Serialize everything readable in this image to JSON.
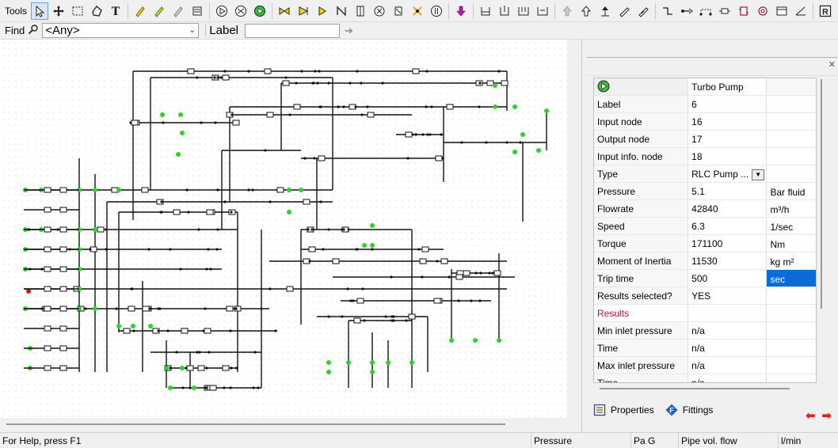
{
  "toolbar": {
    "tools_label": "Tools",
    "icons": [
      "select-arrow-icon",
      "move-icon",
      "rect-select-icon",
      "lasso-icon",
      "text-icon",
      "sep",
      "pencil-yellow-icon",
      "pencil-green-icon",
      "pencil-gray-icon",
      "stack-icon",
      "sep",
      "pump-icon",
      "fan-icon",
      "turbo-pump-icon",
      "sep",
      "valve-icon",
      "check-valve-icon",
      "flag-icon",
      "n-icon",
      "gate-icon",
      "circle-x-icon",
      "filter-icon",
      "cross-valve-icon",
      "pause-icon",
      "sep",
      "down-arrow-icon",
      "sep",
      "tank-icon",
      "tank-open-icon",
      "reservoir-icon",
      "reservoir2-icon",
      "sep",
      "up-arrow-gray-icon",
      "up-arrow-icon",
      "up-line-icon",
      "pen-icon",
      "pen2-icon",
      "sep",
      "bend-icon",
      "link-icon",
      "path-icon",
      "resistor-icon",
      "chip-icon",
      "gear-icon",
      "box-icon",
      "slope-icon",
      "sep",
      "r-icon"
    ]
  },
  "find": {
    "label": "Find",
    "select_value": "<Any>",
    "label_text": "Label",
    "label_value": ""
  },
  "properties": {
    "header_name": "Turbo Pump",
    "rows": [
      {
        "name": "Label",
        "value": "6",
        "unit": ""
      },
      {
        "name": "Input node",
        "value": "16",
        "unit": ""
      },
      {
        "name": "Output node",
        "value": "17",
        "unit": ""
      },
      {
        "name": "Input info. node",
        "value": "18",
        "unit": ""
      },
      {
        "name": "Type",
        "value": "RLC Pump ...",
        "unit": ""
      },
      {
        "name": "Pressure",
        "value": "5.1",
        "unit": "Bar fluid"
      },
      {
        "name": "Flowrate",
        "value": "42840",
        "unit": "m³/h"
      },
      {
        "name": "Speed",
        "value": "6.3",
        "unit": "1/sec"
      },
      {
        "name": "Torque",
        "value": "171100",
        "unit": "Nm"
      },
      {
        "name": "Moment of Inertia",
        "value": "11530",
        "unit": "kg m²"
      },
      {
        "name": "Trip time",
        "value": "500",
        "unit": "sec"
      },
      {
        "name": "Results selected?",
        "value": "YES",
        "unit": ""
      }
    ],
    "results_label": "Results",
    "results": [
      {
        "name": "Min inlet pressure",
        "value": "n/a"
      },
      {
        "name": "Time",
        "value": "n/a"
      },
      {
        "name": "Max inlet pressure",
        "value": "n/a"
      },
      {
        "name": "Time",
        "value": "n/a"
      }
    ],
    "selected_unit_color": "#0a6cd6"
  },
  "tabs": {
    "properties": "Properties",
    "fittings": "Fittings"
  },
  "statusbar": {
    "help": "For Help, press F1",
    "field1": "Pressure",
    "field2": "Pa G",
    "field3": "Pipe vol. flow",
    "field4": "l/min"
  }
}
